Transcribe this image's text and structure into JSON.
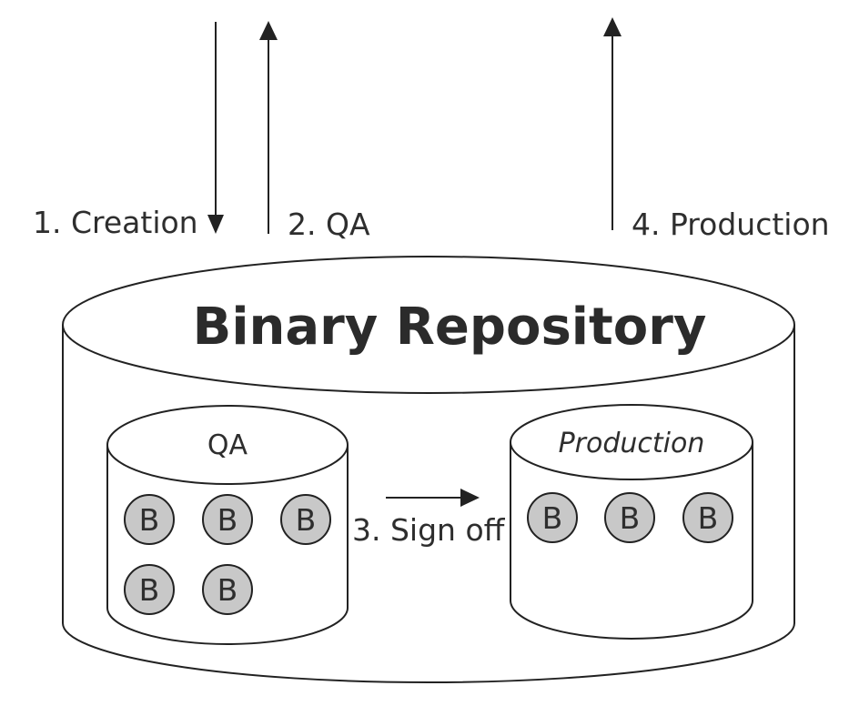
{
  "title": "Binary Repository",
  "steps": {
    "creation": "1. Creation",
    "qa": "2. QA",
    "sign_off": "3. Sign off",
    "production": "4. Production"
  },
  "qa_repo": {
    "label": "QA",
    "binaries": [
      "B",
      "B",
      "B",
      "B",
      "B"
    ]
  },
  "production_repo": {
    "label": "Production",
    "binaries": [
      "B",
      "B",
      "B"
    ]
  }
}
